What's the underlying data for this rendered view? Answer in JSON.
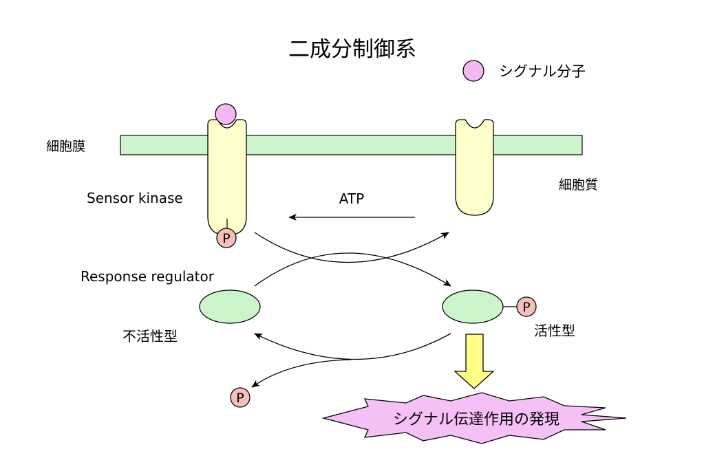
{
  "title": "二成分制御系",
  "legend": {
    "signal_label": "シグナル分子"
  },
  "labels": {
    "membrane": "細胞膜",
    "cytoplasm": "細胞質",
    "sensor_kinase": "Sensor kinase",
    "atp": "ATP",
    "response_regulator": "Response regulator",
    "inactive": "不活性型",
    "active": "活性型",
    "output": "シグナル伝達作用の発現"
  },
  "phosphate": "P",
  "colors": {
    "membrane": "#ccf5cc",
    "receptor": "#ffffcc",
    "signal": "#f2b8f2",
    "phosphate": "#f5c0b8",
    "regulator": "#ccf5cc",
    "arrow_fill": "#ffff88",
    "burst": "#f5c0f5"
  }
}
